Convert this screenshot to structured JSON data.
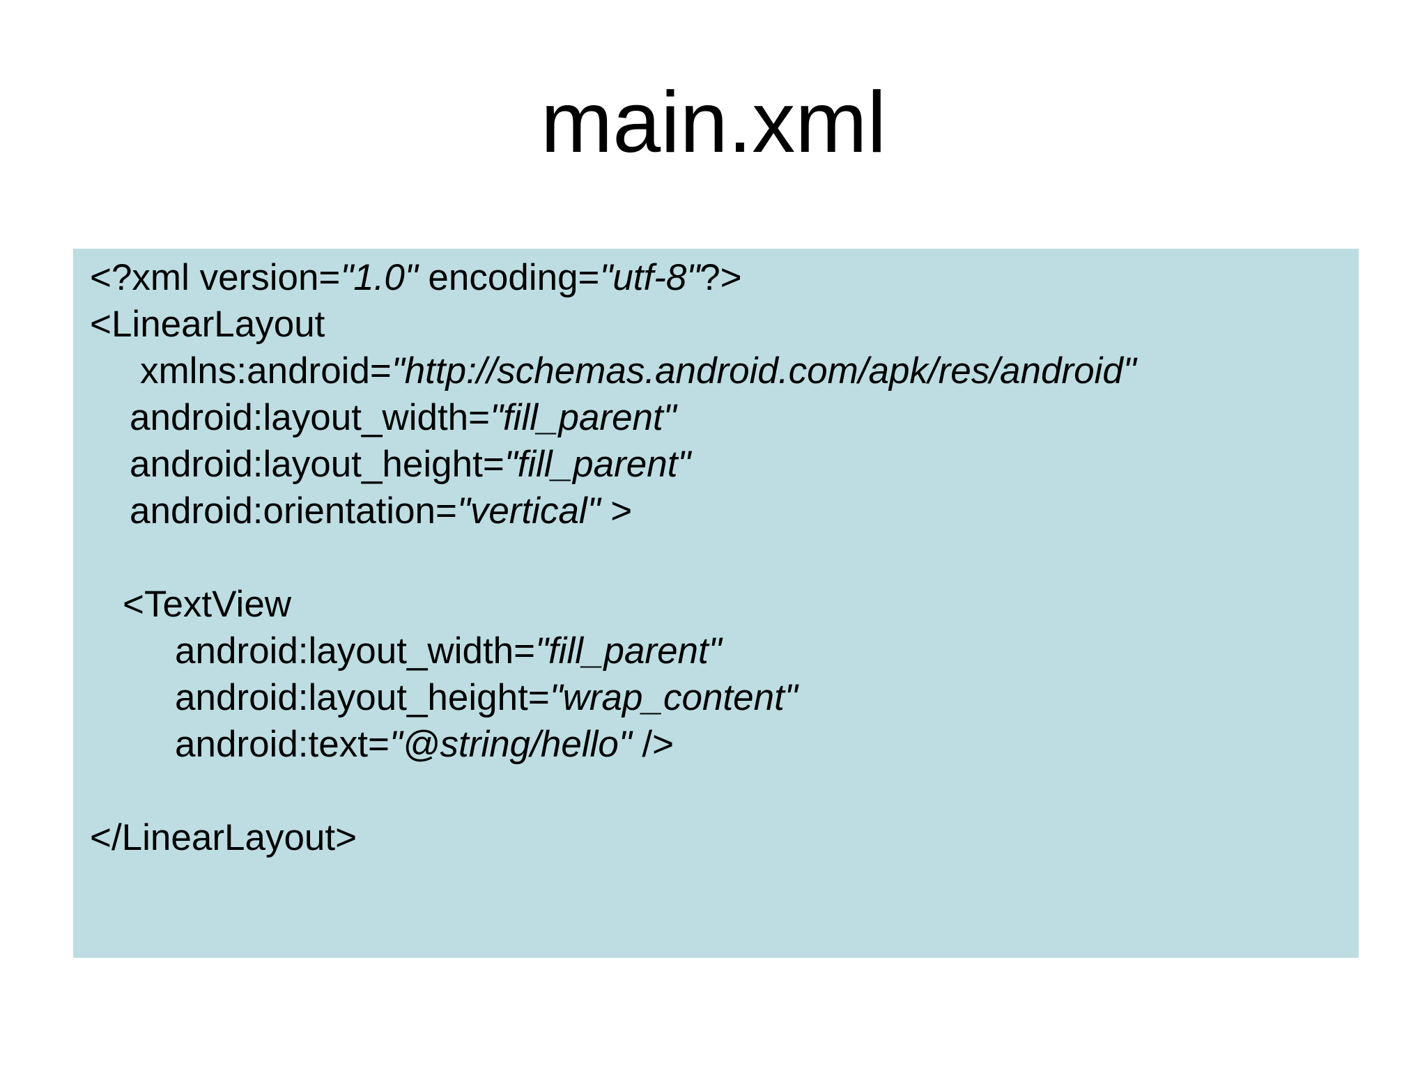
{
  "slide": {
    "title": "main.xml",
    "background_color": "#ffffff",
    "code_panel_color": "#bddde2",
    "text_color": "#000000"
  },
  "code": {
    "lines": [
      {
        "indent": 0,
        "segments": [
          {
            "t": "<?xml version=",
            "i": false
          },
          {
            "t": "\"1.0\"",
            "i": true
          },
          {
            "t": " encoding=",
            "i": false
          },
          {
            "t": "\"utf-8\"",
            "i": true
          },
          {
            "t": "?>",
            "i": false
          }
        ]
      },
      {
        "indent": 0,
        "segments": [
          {
            "t": "<LinearLayout",
            "i": false
          }
        ]
      },
      {
        "indent": 72,
        "segments": [
          {
            "t": "xmlns:android=",
            "i": false
          },
          {
            "t": "\"http://schemas.android.com/apk/res/android\"",
            "i": true
          }
        ]
      },
      {
        "indent": 57,
        "segments": [
          {
            "t": "android:layout_width=",
            "i": false
          },
          {
            "t": "\"fill_parent\"",
            "i": true
          }
        ]
      },
      {
        "indent": 57,
        "segments": [
          {
            "t": "android:layout_height=",
            "i": false
          },
          {
            "t": "\"fill_parent\"",
            "i": true
          }
        ]
      },
      {
        "indent": 57,
        "segments": [
          {
            "t": "android:orientation=",
            "i": false
          },
          {
            "t": "\"vertical\"",
            "i": true
          },
          {
            "t": " >",
            "i": false
          }
        ]
      },
      {
        "indent": 0,
        "segments": []
      },
      {
        "indent": 47,
        "segments": [
          {
            "t": "<TextView",
            "i": false
          }
        ]
      },
      {
        "indent": 122,
        "segments": [
          {
            "t": "android:layout_width=",
            "i": false
          },
          {
            "t": "\"fill_parent\"",
            "i": true
          }
        ]
      },
      {
        "indent": 122,
        "segments": [
          {
            "t": "android:layout_height=",
            "i": false
          },
          {
            "t": "\"wrap_content\"",
            "i": true
          }
        ]
      },
      {
        "indent": 122,
        "segments": [
          {
            "t": "android:text=",
            "i": false
          },
          {
            "t": "\"@string/hello\"",
            "i": true
          },
          {
            "t": " />",
            "i": false
          }
        ]
      },
      {
        "indent": 0,
        "segments": []
      },
      {
        "indent": 0,
        "segments": [
          {
            "t": "</LinearLayout>",
            "i": false
          }
        ]
      }
    ]
  }
}
